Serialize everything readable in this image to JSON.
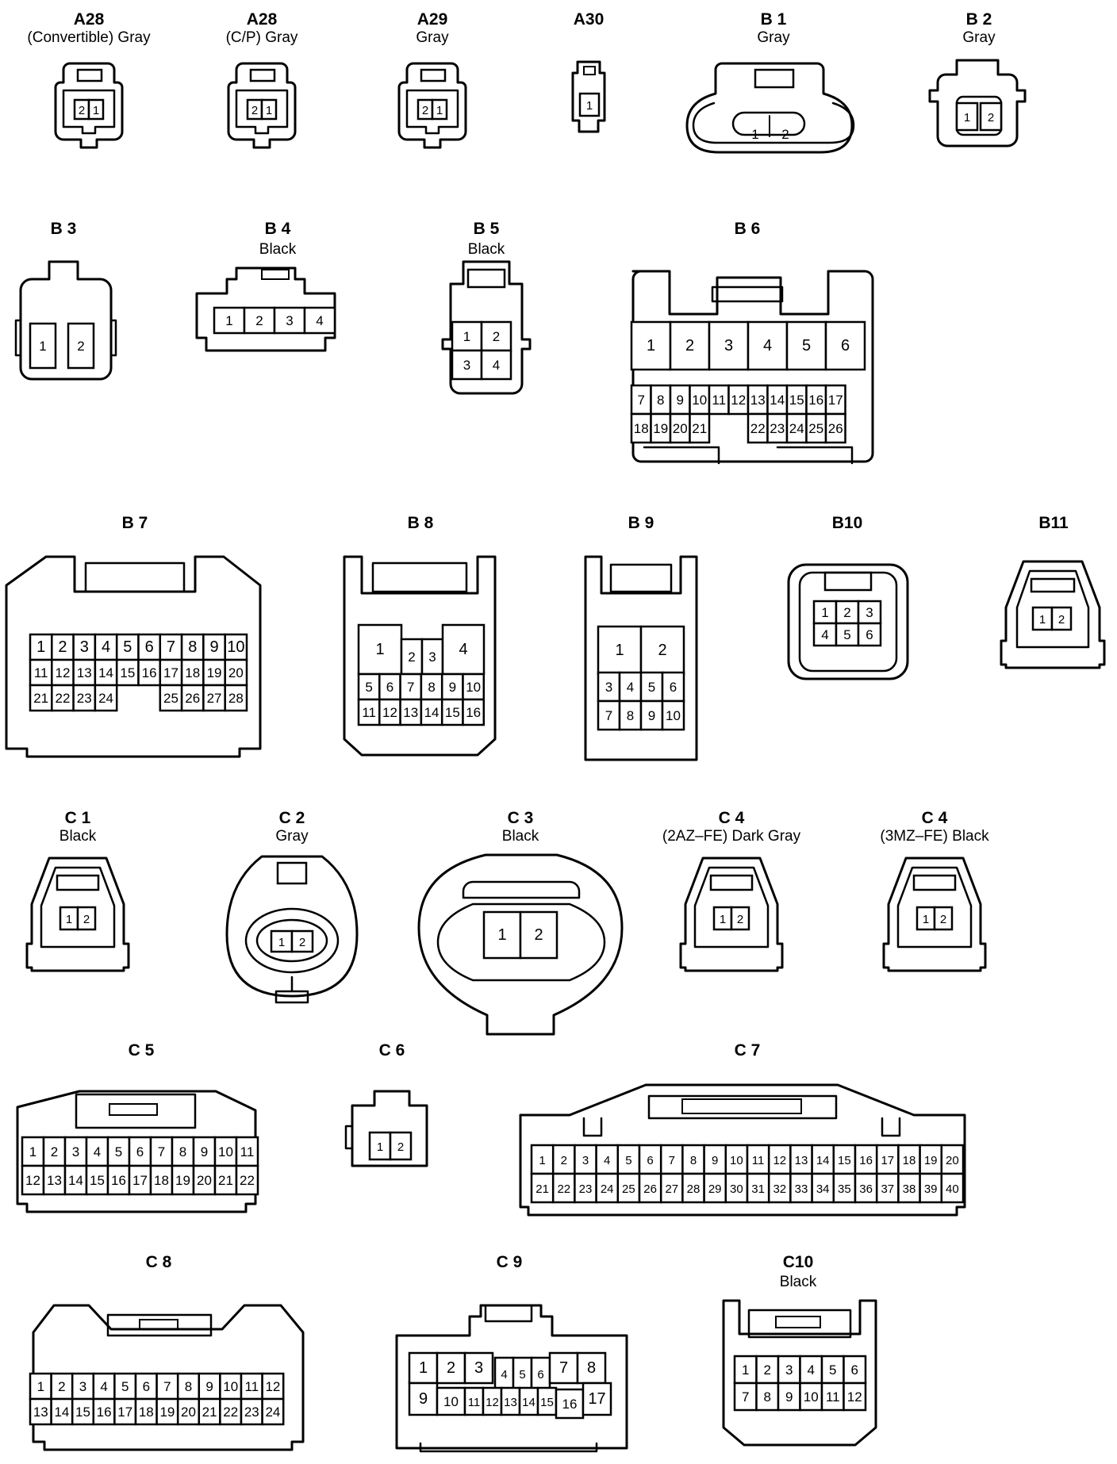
{
  "diagram": {
    "connectors": [
      {
        "id": "a28-convertible",
        "code": "A28",
        "note": "(Convertible)  Gray",
        "pins": [
          "2",
          "1"
        ]
      },
      {
        "id": "a28-cp",
        "code": "A28",
        "note": "(C/P)  Gray",
        "pins": [
          "2",
          "1"
        ]
      },
      {
        "id": "a29",
        "code": "A29",
        "note": "Gray",
        "pins": [
          "2",
          "1"
        ]
      },
      {
        "id": "a30",
        "code": "A30",
        "note": "",
        "pins": [
          "1"
        ]
      },
      {
        "id": "b1",
        "code": "B 1",
        "note": "Gray",
        "pins": [
          "1",
          "2"
        ]
      },
      {
        "id": "b2",
        "code": "B 2",
        "note": "Gray",
        "pins": [
          "1",
          "2"
        ]
      },
      {
        "id": "b3",
        "code": "B 3",
        "note": "",
        "pins": [
          "1",
          "2"
        ]
      },
      {
        "id": "b4",
        "code": "B 4",
        "note": "Black",
        "pins": [
          "1",
          "2",
          "3",
          "4"
        ]
      },
      {
        "id": "b5",
        "code": "B 5",
        "note": "Black",
        "pins": [
          "1",
          "2",
          "3",
          "4"
        ]
      },
      {
        "id": "b6",
        "code": "B 6",
        "note": "",
        "pins": [
          "1",
          "2",
          "3",
          "4",
          "5",
          "6",
          "7",
          "8",
          "9",
          "10",
          "11",
          "12",
          "13",
          "14",
          "15",
          "16",
          "17",
          "18",
          "19",
          "20",
          "21",
          "22",
          "23",
          "24",
          "25",
          "26"
        ]
      },
      {
        "id": "b7",
        "code": "B 7",
        "note": "",
        "pins": [
          "1",
          "2",
          "3",
          "4",
          "5",
          "6",
          "7",
          "8",
          "9",
          "10",
          "11",
          "12",
          "13",
          "14",
          "15",
          "16",
          "17",
          "18",
          "19",
          "20",
          "21",
          "22",
          "23",
          "24",
          "25",
          "26",
          "27",
          "28"
        ]
      },
      {
        "id": "b8",
        "code": "B 8",
        "note": "",
        "pins": [
          "1",
          "2",
          "3",
          "4",
          "5",
          "6",
          "7",
          "8",
          "9",
          "10",
          "11",
          "12",
          "13",
          "14",
          "15",
          "16"
        ]
      },
      {
        "id": "b9",
        "code": "B 9",
        "note": "",
        "pins": [
          "1",
          "2",
          "3",
          "4",
          "5",
          "6",
          "7",
          "8",
          "9",
          "10"
        ]
      },
      {
        "id": "b10",
        "code": "B10",
        "note": "",
        "pins": [
          "1",
          "2",
          "3",
          "4",
          "5",
          "6"
        ]
      },
      {
        "id": "b11",
        "code": "B11",
        "note": "",
        "pins": [
          "1",
          "2"
        ]
      },
      {
        "id": "c1",
        "code": "C 1",
        "note": "Black",
        "pins": [
          "1",
          "2"
        ]
      },
      {
        "id": "c2",
        "code": "C 2",
        "note": "Gray",
        "pins": [
          "1",
          "2"
        ]
      },
      {
        "id": "c3",
        "code": "C 3",
        "note": "Black",
        "pins": [
          "1",
          "2"
        ]
      },
      {
        "id": "c4-2az",
        "code": "C 4",
        "note": "(2AZ–FE)  Dark Gray",
        "pins": [
          "1",
          "2"
        ]
      },
      {
        "id": "c4-3mz",
        "code": "C 4",
        "note": "(3MZ–FE)  Black",
        "pins": [
          "1",
          "2"
        ]
      },
      {
        "id": "c5",
        "code": "C 5",
        "note": "",
        "pins": [
          "1",
          "2",
          "3",
          "4",
          "5",
          "6",
          "7",
          "8",
          "9",
          "10",
          "11",
          "12",
          "13",
          "14",
          "15",
          "16",
          "17",
          "18",
          "19",
          "20",
          "21",
          "22"
        ]
      },
      {
        "id": "c6",
        "code": "C 6",
        "note": "",
        "pins": [
          "1",
          "2"
        ]
      },
      {
        "id": "c7",
        "code": "C 7",
        "note": "",
        "pins": [
          "1",
          "2",
          "3",
          "4",
          "5",
          "6",
          "7",
          "8",
          "9",
          "10",
          "11",
          "12",
          "13",
          "14",
          "15",
          "16",
          "17",
          "18",
          "19",
          "20",
          "21",
          "22",
          "23",
          "24",
          "25",
          "26",
          "27",
          "28",
          "29",
          "30",
          "31",
          "32",
          "33",
          "34",
          "35",
          "36",
          "37",
          "38",
          "39",
          "40"
        ]
      },
      {
        "id": "c8",
        "code": "C 8",
        "note": "",
        "pins": [
          "1",
          "2",
          "3",
          "4",
          "5",
          "6",
          "7",
          "8",
          "9",
          "10",
          "11",
          "12",
          "13",
          "14",
          "15",
          "16",
          "17",
          "18",
          "19",
          "20",
          "21",
          "22",
          "23",
          "24"
        ]
      },
      {
        "id": "c9",
        "code": "C 9",
        "note": "",
        "pins": [
          "1",
          "2",
          "3",
          "4",
          "5",
          "6",
          "7",
          "8",
          "9",
          "10",
          "11",
          "12",
          "13",
          "14",
          "15",
          "16",
          "17"
        ]
      },
      {
        "id": "c10",
        "code": "C10",
        "note": "Black",
        "pins": [
          "1",
          "2",
          "3",
          "4",
          "5",
          "6",
          "7",
          "8",
          "9",
          "10",
          "11",
          "12"
        ]
      }
    ]
  }
}
